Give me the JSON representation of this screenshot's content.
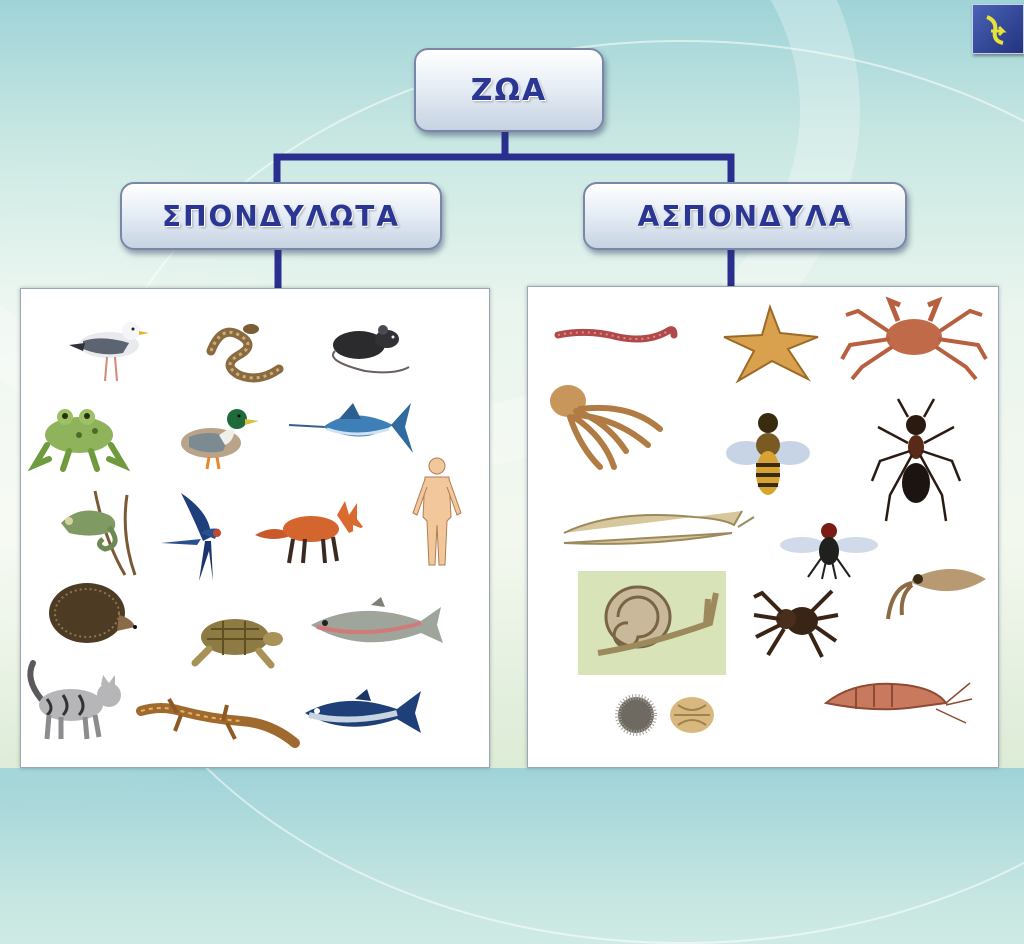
{
  "diagram": {
    "root": "ΖΩΑ",
    "left": "ΣΠΟΝΔΥΛΩΤΑ",
    "right": "ΑΣΠΟΝΔΥΛΑ"
  },
  "colors": {
    "connector": "#2a2f8f",
    "node_text": "#2b3592"
  },
  "vertebrates": [
    "seagull-icon",
    "snake-icon",
    "rat-icon",
    "frog-icon",
    "duck-icon",
    "swordfish-icon",
    "chameleon-icon",
    "swallow-icon",
    "fox-icon",
    "human-figure-icon",
    "hedgehog-icon",
    "turtle-icon",
    "trout-icon",
    "cat-icon",
    "lizard-icon",
    "tuna-icon"
  ],
  "invertebrates": [
    "earthworm-icon",
    "starfish-icon",
    "crab-icon",
    "octopus-icon",
    "bee-icon",
    "ant-icon",
    "slug-icon",
    "fly-icon",
    "snail-icon",
    "spider-icon",
    "cuttlefish-icon",
    "sea-urchin-icon",
    "shrimp-icon"
  ],
  "nav": {
    "icon": "forward-arrow-icon"
  }
}
